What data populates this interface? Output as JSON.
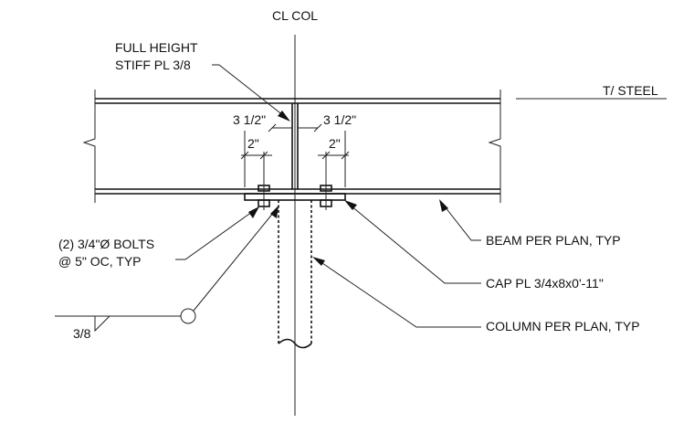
{
  "labels": {
    "centerline": "CL COL",
    "stiffener_line1": "FULL HEIGHT",
    "stiffener_line2": "STIFF PL 3/8",
    "top_of_steel": "T/ STEEL",
    "dim_left_edge": "3 1/2\"",
    "dim_right_edge": "3 1/2\"",
    "dim_left_gage": "2\"",
    "dim_right_gage": "2\"",
    "bolts_line1": "(2) 3/4\"Ø BOLTS",
    "bolts_line2": "@ 5\" OC, TYP",
    "weld_size": "3/8",
    "beam": "BEAM PER PLAN, TYP",
    "cap_plate": "CAP PL 3/4x8x0'-11\"",
    "column": "COLUMN PER PLAN, TYP"
  }
}
